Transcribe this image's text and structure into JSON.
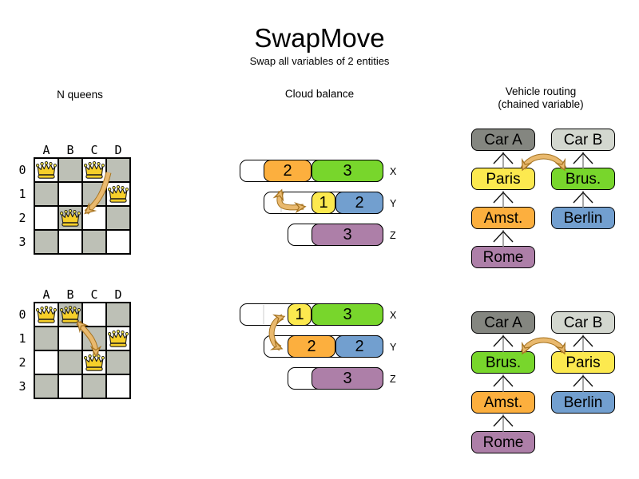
{
  "title": "SwapMove",
  "subtitle": "Swap all variables of 2 entities",
  "sections": {
    "nqueens": {
      "heading": "N queens"
    },
    "cloud": {
      "heading": "Cloud balance"
    },
    "vehicle": {
      "heading": "Vehicle routing",
      "subheading": "(chained variable)"
    }
  },
  "palette": {
    "yellow": "#fce94f",
    "orange": "#fcaf3e",
    "green": "#78d62c",
    "blue": "#729fcf",
    "purple": "#ad7fa8",
    "board_gray": "#bdc0b6",
    "dark_gray": "#848680",
    "light_gray": "#d3d7cf",
    "arrow_fill": "#e9b96e",
    "arrow_stroke": "#a57321",
    "chain_line_gray": "#8a8a8a",
    "box_border": "#000000"
  },
  "nqueens": {
    "column_labels": [
      "A",
      "B",
      "C",
      "D"
    ],
    "row_labels": [
      "0",
      "1",
      "2",
      "3"
    ],
    "before": {
      "queens": [
        {
          "column": "A",
          "row": 0
        },
        {
          "column": "C",
          "row": 0
        },
        {
          "column": "D",
          "row": 1
        },
        {
          "column": "B",
          "row": 2
        }
      ],
      "swap": {
        "from": "C0",
        "to": "B2"
      }
    },
    "after": {
      "queens": [
        {
          "column": "A",
          "row": 0
        },
        {
          "column": "B",
          "row": 0
        },
        {
          "column": "D",
          "row": 1
        },
        {
          "column": "C",
          "row": 2
        }
      ],
      "swap": {
        "from": "B0",
        "to": "C2"
      }
    }
  },
  "cloud": {
    "labels": [
      "X",
      "Y",
      "Z"
    ],
    "before": [
      {
        "computer": "X",
        "capacity": 6,
        "processes": [
          {
            "value": "2",
            "color": "orange"
          },
          {
            "value": "3",
            "color": "green"
          }
        ]
      },
      {
        "computer": "Y",
        "capacity": 5,
        "processes": [
          {
            "value": "1",
            "color": "yellow"
          },
          {
            "value": "2",
            "color": "blue"
          }
        ]
      },
      {
        "computer": "Z",
        "capacity": 4,
        "processes": [
          {
            "value": "3",
            "color": "purple"
          }
        ]
      }
    ],
    "after": [
      {
        "computer": "X",
        "capacity": 6,
        "processes": [
          {
            "value": "1",
            "color": "yellow"
          },
          {
            "value": "3",
            "color": "green"
          }
        ]
      },
      {
        "computer": "Y",
        "capacity": 5,
        "processes": [
          {
            "value": "2",
            "color": "orange"
          },
          {
            "value": "2",
            "color": "blue"
          }
        ]
      },
      {
        "computer": "Z",
        "capacity": 4,
        "processes": [
          {
            "value": "3",
            "color": "purple"
          }
        ]
      }
    ],
    "swap": {
      "processes": [
        "2",
        "1"
      ],
      "computers": [
        "X",
        "Y"
      ]
    }
  },
  "vehicle": {
    "before": {
      "chains": [
        {
          "boxes": [
            {
              "label": "Car A",
              "color": "dark_gray"
            },
            {
              "label": "Paris",
              "color": "yellow"
            },
            {
              "label": "Amst.",
              "color": "orange"
            },
            {
              "label": "Rome",
              "color": "purple"
            }
          ]
        },
        {
          "boxes": [
            {
              "label": "Car B",
              "color": "light_gray"
            },
            {
              "label": "Brus.",
              "color": "green"
            },
            {
              "label": "Berlin",
              "color": "blue"
            }
          ]
        }
      ],
      "swap": {
        "from": "Paris",
        "to": "Brus."
      }
    },
    "after": {
      "chains": [
        {
          "boxes": [
            {
              "label": "Car A",
              "color": "dark_gray"
            },
            {
              "label": "Brus.",
              "color": "green"
            },
            {
              "label": "Amst.",
              "color": "orange"
            },
            {
              "label": "Rome",
              "color": "purple"
            }
          ]
        },
        {
          "boxes": [
            {
              "label": "Car B",
              "color": "light_gray"
            },
            {
              "label": "Paris",
              "color": "yellow"
            },
            {
              "label": "Berlin",
              "color": "blue"
            }
          ]
        }
      ],
      "swap": {
        "from": "Brus.",
        "to": "Paris"
      }
    }
  }
}
